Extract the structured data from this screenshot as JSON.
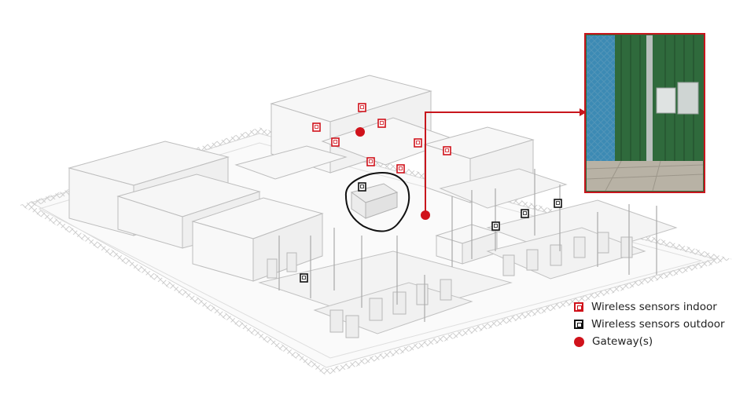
{
  "legend": {
    "items": [
      {
        "label": "Wireless sensors indoor",
        "symbol": "indoor-sensor-icon"
      },
      {
        "label": "Wireless sensors outdoor",
        "symbol": "outdoor-sensor-icon"
      },
      {
        "label": "Gateway(s)",
        "symbol": "gateway-dot-icon"
      }
    ]
  },
  "colors": {
    "indoor": "#d0121b",
    "outdoor": "#111111",
    "gateway": "#d0121b",
    "callout": "#c8161d",
    "structure": "#c9c9c9"
  }
}
